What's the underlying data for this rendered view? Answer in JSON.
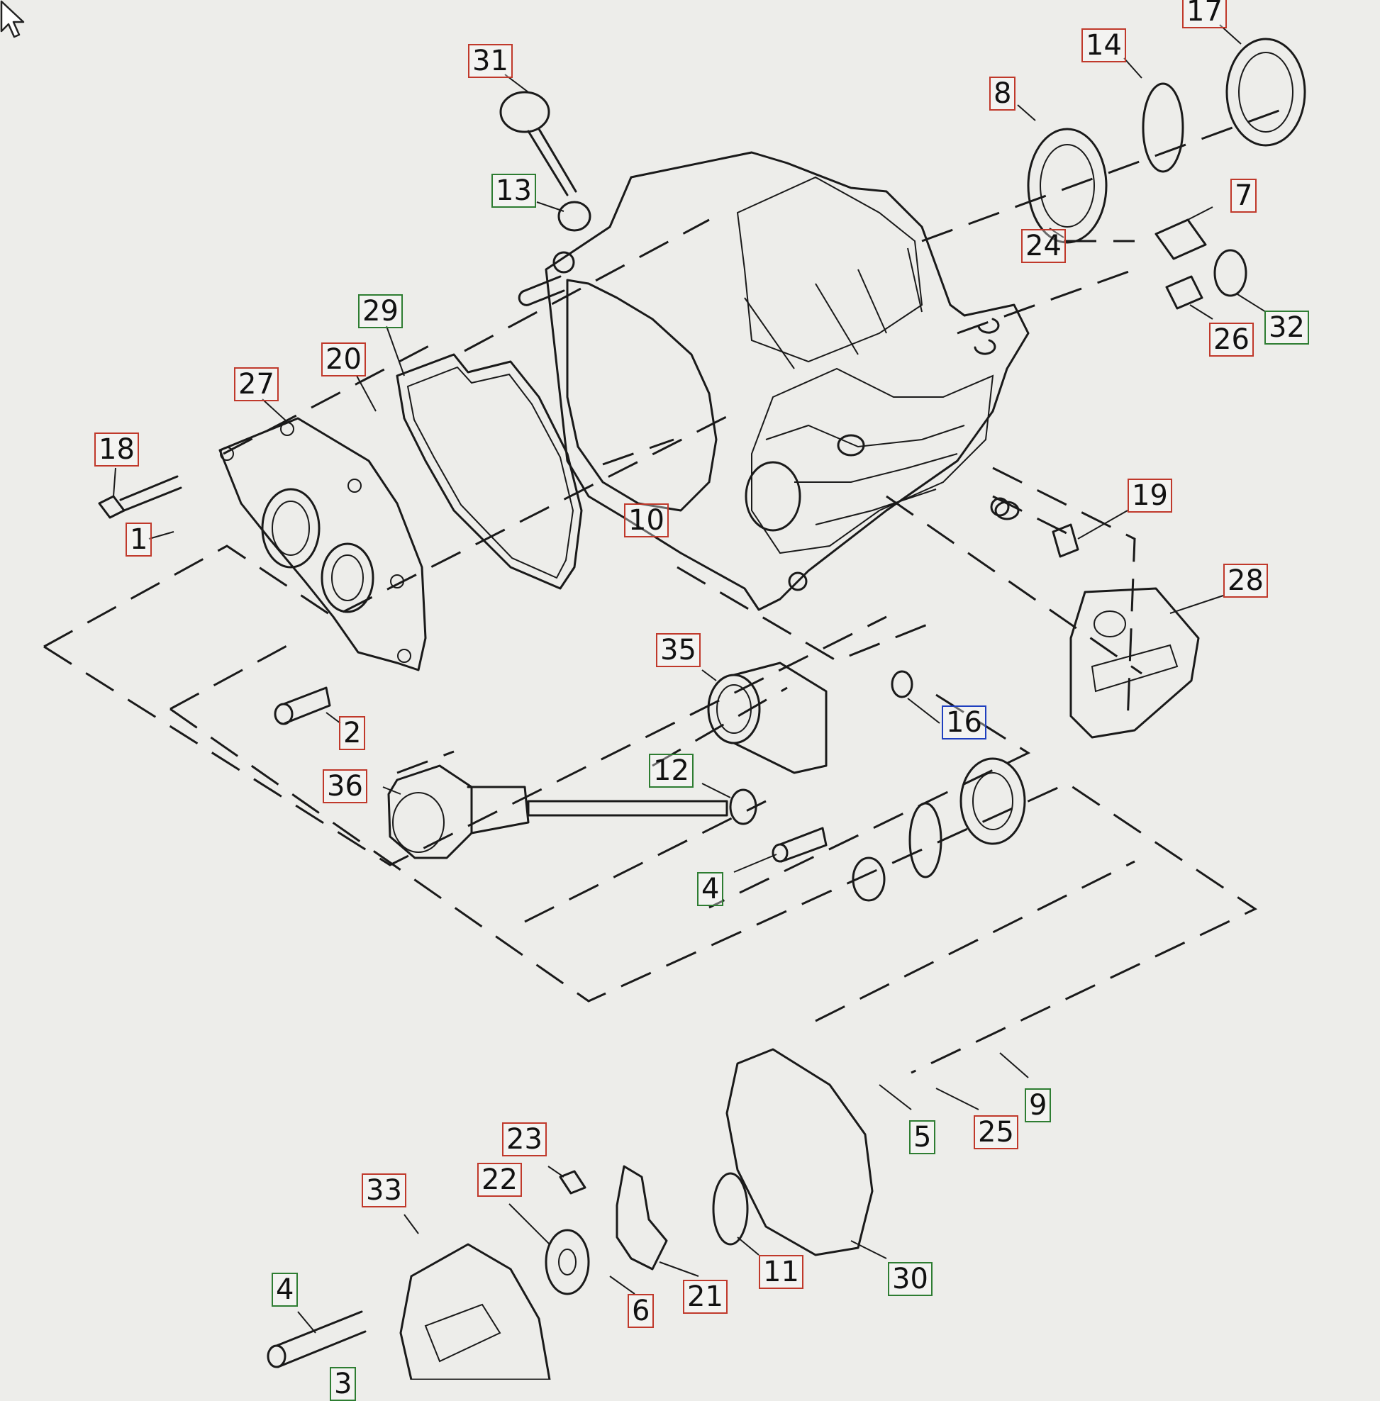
{
  "colors": {
    "background": "#ededea",
    "line": "#1a1a1a",
    "callout_red": "#c0392b",
    "callout_green": "#2e7d32",
    "callout_blue": "#1f3fbf"
  },
  "icons": {
    "cursor": "arrow-cursor-icon"
  },
  "callouts": [
    {
      "id": "c31",
      "label": "31",
      "color": "red"
    },
    {
      "id": "c13",
      "label": "13",
      "color": "green"
    },
    {
      "id": "c8",
      "label": "8",
      "color": "red"
    },
    {
      "id": "c14",
      "label": "14",
      "color": "red"
    },
    {
      "id": "c17",
      "label": "17",
      "color": "red"
    },
    {
      "id": "c7",
      "label": "7",
      "color": "red"
    },
    {
      "id": "c24",
      "label": "24",
      "color": "red"
    },
    {
      "id": "c26",
      "label": "26",
      "color": "red"
    },
    {
      "id": "c32",
      "label": "32",
      "color": "green"
    },
    {
      "id": "c29",
      "label": "29",
      "color": "green"
    },
    {
      "id": "c20",
      "label": "20",
      "color": "red"
    },
    {
      "id": "c27",
      "label": "27",
      "color": "red"
    },
    {
      "id": "c18",
      "label": "18",
      "color": "red"
    },
    {
      "id": "c1",
      "label": "1",
      "color": "red"
    },
    {
      "id": "c10",
      "label": "10",
      "color": "red"
    },
    {
      "id": "c19",
      "label": "19",
      "color": "red"
    },
    {
      "id": "c28",
      "label": "28",
      "color": "red"
    },
    {
      "id": "c35",
      "label": "35",
      "color": "red"
    },
    {
      "id": "c16",
      "label": "16",
      "color": "blue"
    },
    {
      "id": "c2",
      "label": "2",
      "color": "red"
    },
    {
      "id": "c36",
      "label": "36",
      "color": "red"
    },
    {
      "id": "c12",
      "label": "12",
      "color": "green"
    },
    {
      "id": "c4a",
      "label": "4",
      "color": "green"
    },
    {
      "id": "c9",
      "label": "9",
      "color": "green"
    },
    {
      "id": "c5",
      "label": "5",
      "color": "green"
    },
    {
      "id": "c25",
      "label": "25",
      "color": "red"
    },
    {
      "id": "c23",
      "label": "23",
      "color": "red"
    },
    {
      "id": "c22",
      "label": "22",
      "color": "red"
    },
    {
      "id": "c33",
      "label": "33",
      "color": "red"
    },
    {
      "id": "c11",
      "label": "11",
      "color": "red"
    },
    {
      "id": "c30",
      "label": "30",
      "color": "green"
    },
    {
      "id": "c6",
      "label": "6",
      "color": "red"
    },
    {
      "id": "c21",
      "label": "21",
      "color": "red"
    },
    {
      "id": "c4b",
      "label": "4",
      "color": "green"
    },
    {
      "id": "c3",
      "label": "3",
      "color": "green"
    }
  ]
}
